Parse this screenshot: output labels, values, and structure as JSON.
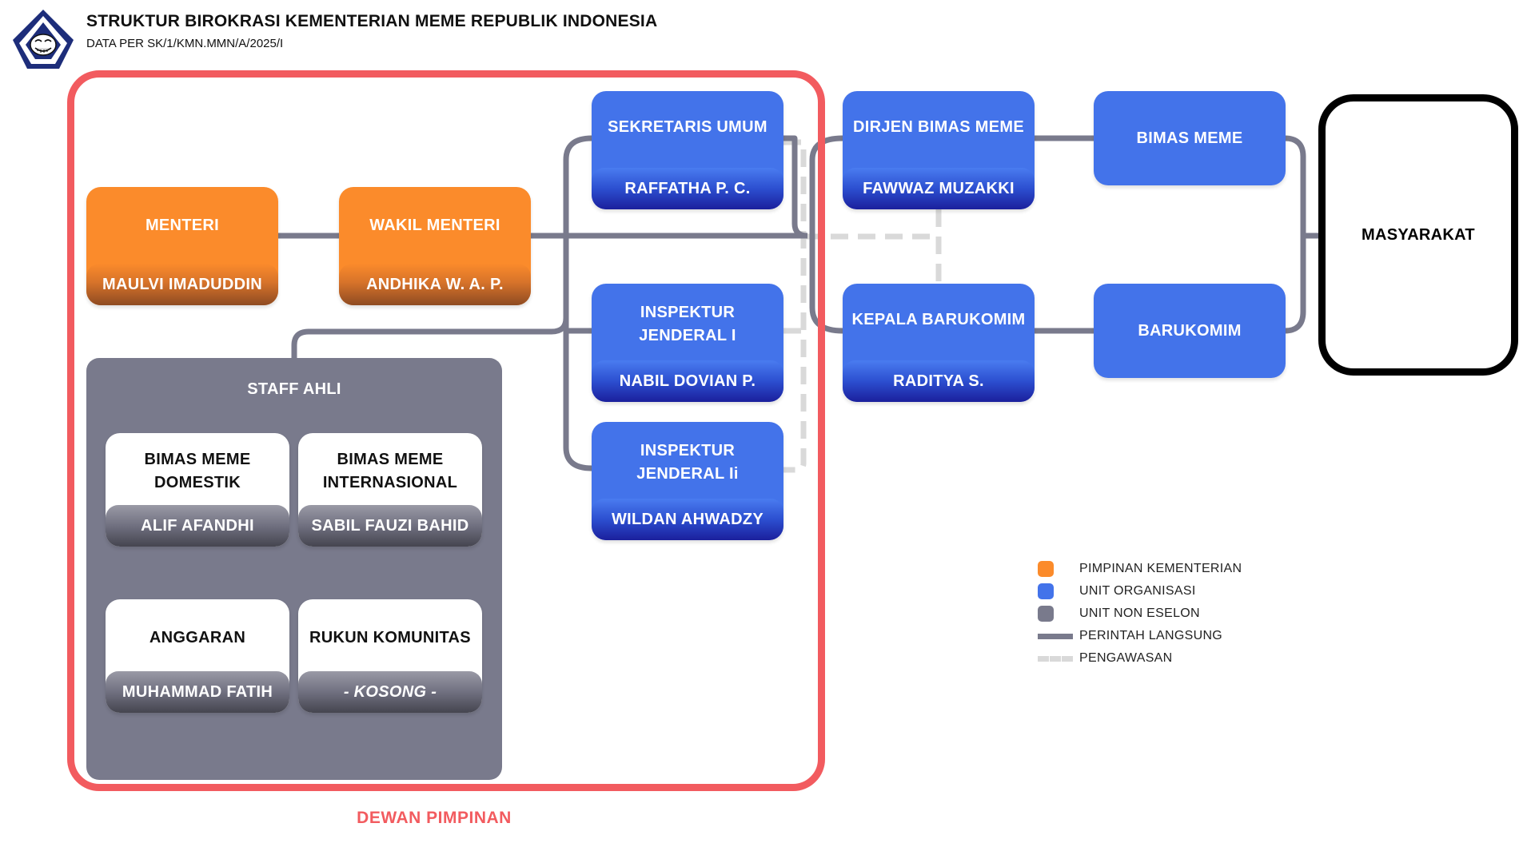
{
  "header": {
    "title": "STRUKTUR BIROKRASI KEMENTERIAN MEME REPUBLIK INDONESIA",
    "subtitle": "DATA PER SK/1/KMN.MMN/A/2025/I"
  },
  "colors": {
    "pimpinan": "#fb8b2b",
    "unit_organisasi": "#4373ea",
    "non_eselon": "#797a8c",
    "dewan_frame": "#f25b5f",
    "perintah_line": "#797a8c",
    "pengawasan_line": "#d9d9d9"
  },
  "icons": {
    "logo": "troll-face-triangle-logo"
  },
  "dewan_pimpinan": {
    "label": "DEWAN PIMPINAN"
  },
  "leadership": {
    "menteri": {
      "title": "MENTERI",
      "name": "MAULVI IMADUDDIN"
    },
    "wakil_menteri": {
      "title": "WAKIL MENTERI",
      "name": "ANDHIKA W. A. P."
    }
  },
  "units": {
    "sekretaris_umum": {
      "title": "SEKRETARIS UMUM",
      "name": "RAFFATHA P. C."
    },
    "inspektur_1": {
      "title": "INSPEKTUR JENDERAL I",
      "name": "NABIL DOVIAN P."
    },
    "inspektur_2": {
      "title": "INSPEKTUR JENDERAL Ii",
      "name": "WILDAN AHWADZY"
    },
    "dirjen_bimas": {
      "title": "DIRJEN BIMAS MEME",
      "name": "FAWWAZ MUZAKKI"
    },
    "kepala_barukomim": {
      "title": "KEPALA BARUKOMIM",
      "name": "RADITYA S."
    },
    "bimas_meme": {
      "title": "BIMAS MEME"
    },
    "barukomim": {
      "title": "BARUKOMIM"
    }
  },
  "staff_ahli": {
    "title": "STAFF AHLI",
    "members": [
      {
        "title": "BIMAS MEME DOMESTIK",
        "name": "ALIF AFANDHI"
      },
      {
        "title": "BIMAS MEME INTERNASIONAL",
        "name": "SABIL FAUZI BAHID"
      },
      {
        "title": "ANGGARAN",
        "name": "MUHAMMAD FATIH"
      },
      {
        "title": "RUKUN KOMUNITAS",
        "name": "- KOSONG -"
      }
    ]
  },
  "masyarakat": {
    "label": "MASYARAKAT"
  },
  "legend": [
    {
      "label": "PIMPINAN KEMENTERIAN",
      "kind": "swatch",
      "color": "#fb8b2b"
    },
    {
      "label": "UNIT ORGANISASI",
      "kind": "swatch",
      "color": "#4373ea"
    },
    {
      "label": "UNIT NON ESELON",
      "kind": "swatch",
      "color": "#797a8c"
    },
    {
      "label": "PERINTAH LANGSUNG",
      "kind": "line",
      "color": "#797a8c"
    },
    {
      "label": "PENGAWASAN",
      "kind": "dashed",
      "color": "#d9d9d9"
    }
  ]
}
